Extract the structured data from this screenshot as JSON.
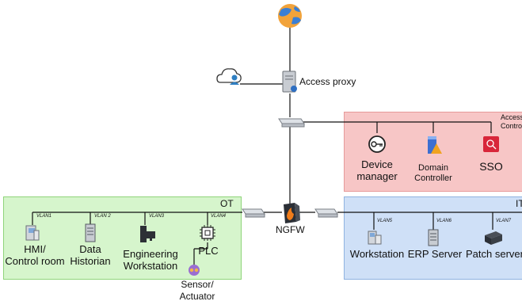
{
  "zones": {
    "ot": {
      "label": "OT",
      "color": "#d6f5cc",
      "border": "#8fd47a"
    },
    "it": {
      "label": "IT",
      "color": "#cfe0f7",
      "border": "#8fb2e0"
    },
    "access": {
      "label": "Access Control",
      "color": "#f7c6c6",
      "border": "#e69a9a"
    }
  },
  "core": {
    "internet_icon": "globe-icon",
    "cloud_icon": "cloud-user-icon",
    "access_proxy": "Access proxy",
    "ngfw": "NGFW"
  },
  "access_control": {
    "nodes": [
      {
        "label": "Device\nmanager",
        "icon": "key-icon"
      },
      {
        "label": "Domain\nController",
        "icon": "domain-controller-icon"
      },
      {
        "label": "SSO",
        "icon": "sso-icon"
      }
    ]
  },
  "ot": {
    "nodes": [
      {
        "vlan": "VLAN1",
        "label": "HMI/\nControl room",
        "icon": "hmi-icon"
      },
      {
        "vlan": "VLAN 2",
        "label": "Data\nHistorian",
        "icon": "server-icon"
      },
      {
        "vlan": "VLAN3",
        "label": "Engineering\nWorkstation",
        "icon": "workstation-icon"
      },
      {
        "vlan": "VLAN4",
        "label": "PLC",
        "icon": "chip-icon"
      }
    ],
    "sensor": "Sensor/\nActuator"
  },
  "it": {
    "nodes": [
      {
        "vlan": "VLAN5",
        "label": "Workstation",
        "icon": "workstation-icon"
      },
      {
        "vlan": "VLAN6",
        "label": "ERP Server",
        "icon": "server-icon"
      },
      {
        "vlan": "VLAN7",
        "label": "Patch server",
        "icon": "patch-server-icon"
      }
    ]
  }
}
